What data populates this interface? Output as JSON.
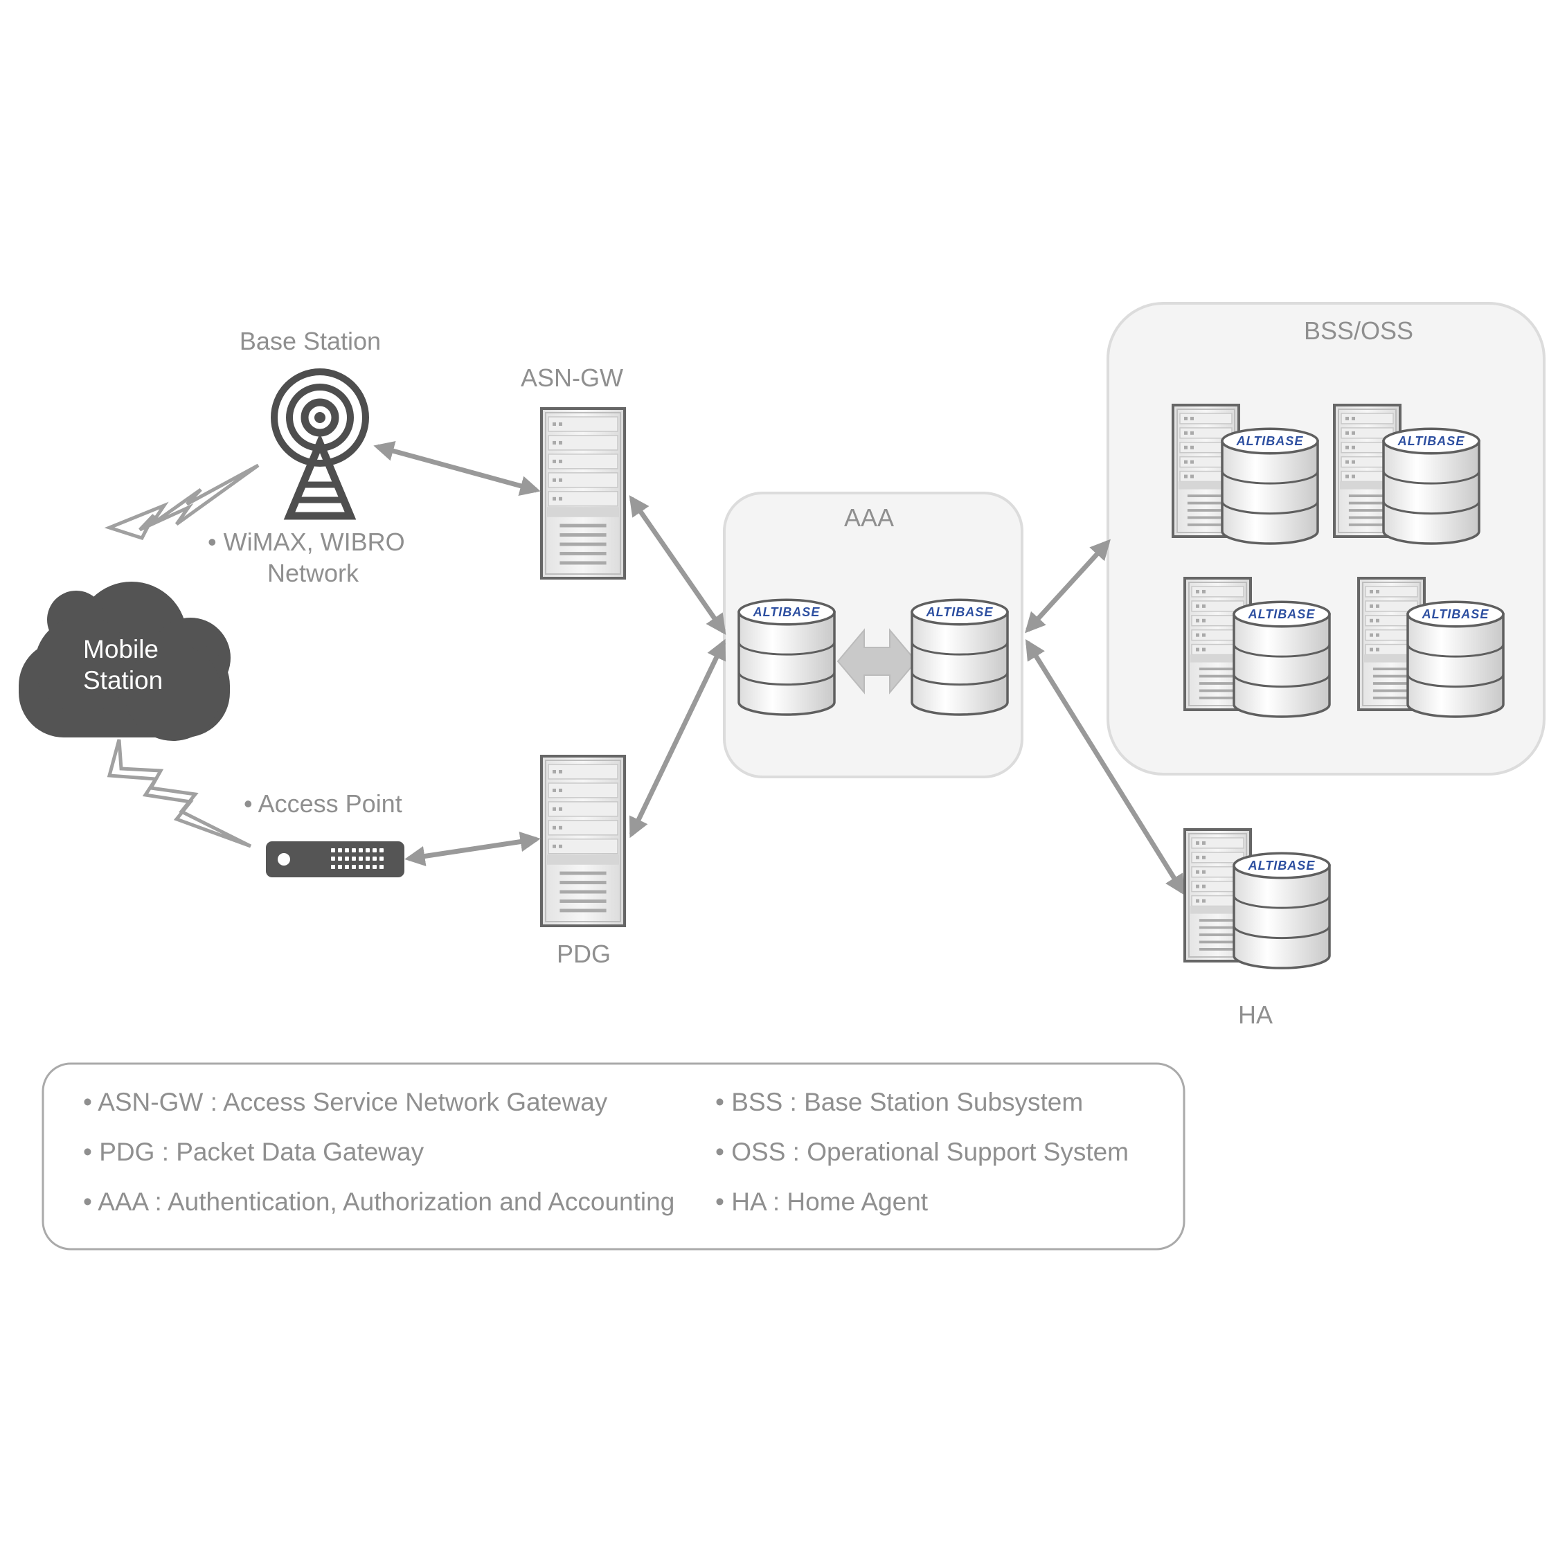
{
  "nodes": {
    "base_station": "Base Station",
    "wimax_line1": "• WiMAX, WIBRO",
    "wimax_line2": "Network",
    "asn_gw": "ASN-GW",
    "pdg": "PDG",
    "aaa": "AAA",
    "bss_oss": "BSS/OSS",
    "ha": "HA",
    "access_point": "• Access Point",
    "mobile_line1": "Mobile",
    "mobile_line2": "Station"
  },
  "brand_label": "ALTIBASE",
  "legend": {
    "left": [
      "• ASN-GW : Access Service Network Gateway",
      "• PDG : Packet Data Gateway",
      "• AAA : Authentication, Authorization and Accounting"
    ],
    "right": [
      "• BSS : Base Station Subsystem",
      "• OSS : Operational Support System",
      "• HA : Home Agent"
    ]
  },
  "colors": {
    "arrow": "#999999",
    "icon_dark": "#555555",
    "panel_fill": "#f4f4f4",
    "panel_stroke": "#dddddd",
    "label": "#8f8f8f",
    "brand": "#2d4fa0"
  }
}
